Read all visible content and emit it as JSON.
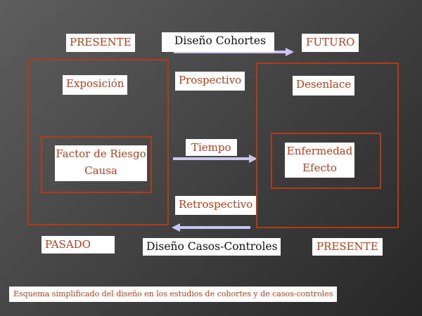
{
  "header": {
    "presente_left": "PRESENTE",
    "cohort_design": "Diseño Cohortes",
    "futuro": "FUTURO"
  },
  "left_block": {
    "exposure": "Exposición",
    "risk_factor_line1": "Factor de Riesgo",
    "risk_factor_line2": "Causa"
  },
  "middle": {
    "prospective": "Prospectivo",
    "time": "Tiempo",
    "retrospective": "Retrospectivo"
  },
  "right_block": {
    "outcome": "Desenlace",
    "disease_line1": "Enfermedad",
    "disease_line2": "Efecto"
  },
  "footer": {
    "pasado": "PASADO",
    "case_control_design": "Diseño Casos-Controles",
    "presente_right": "PRESENTE"
  },
  "caption": "Esquema simplificado del diseño en los estudios de cohortes y de casos-controles",
  "colors": {
    "frame": "#b23a16",
    "label_text": "#b5401a",
    "arrow": "#c8c6f0"
  }
}
